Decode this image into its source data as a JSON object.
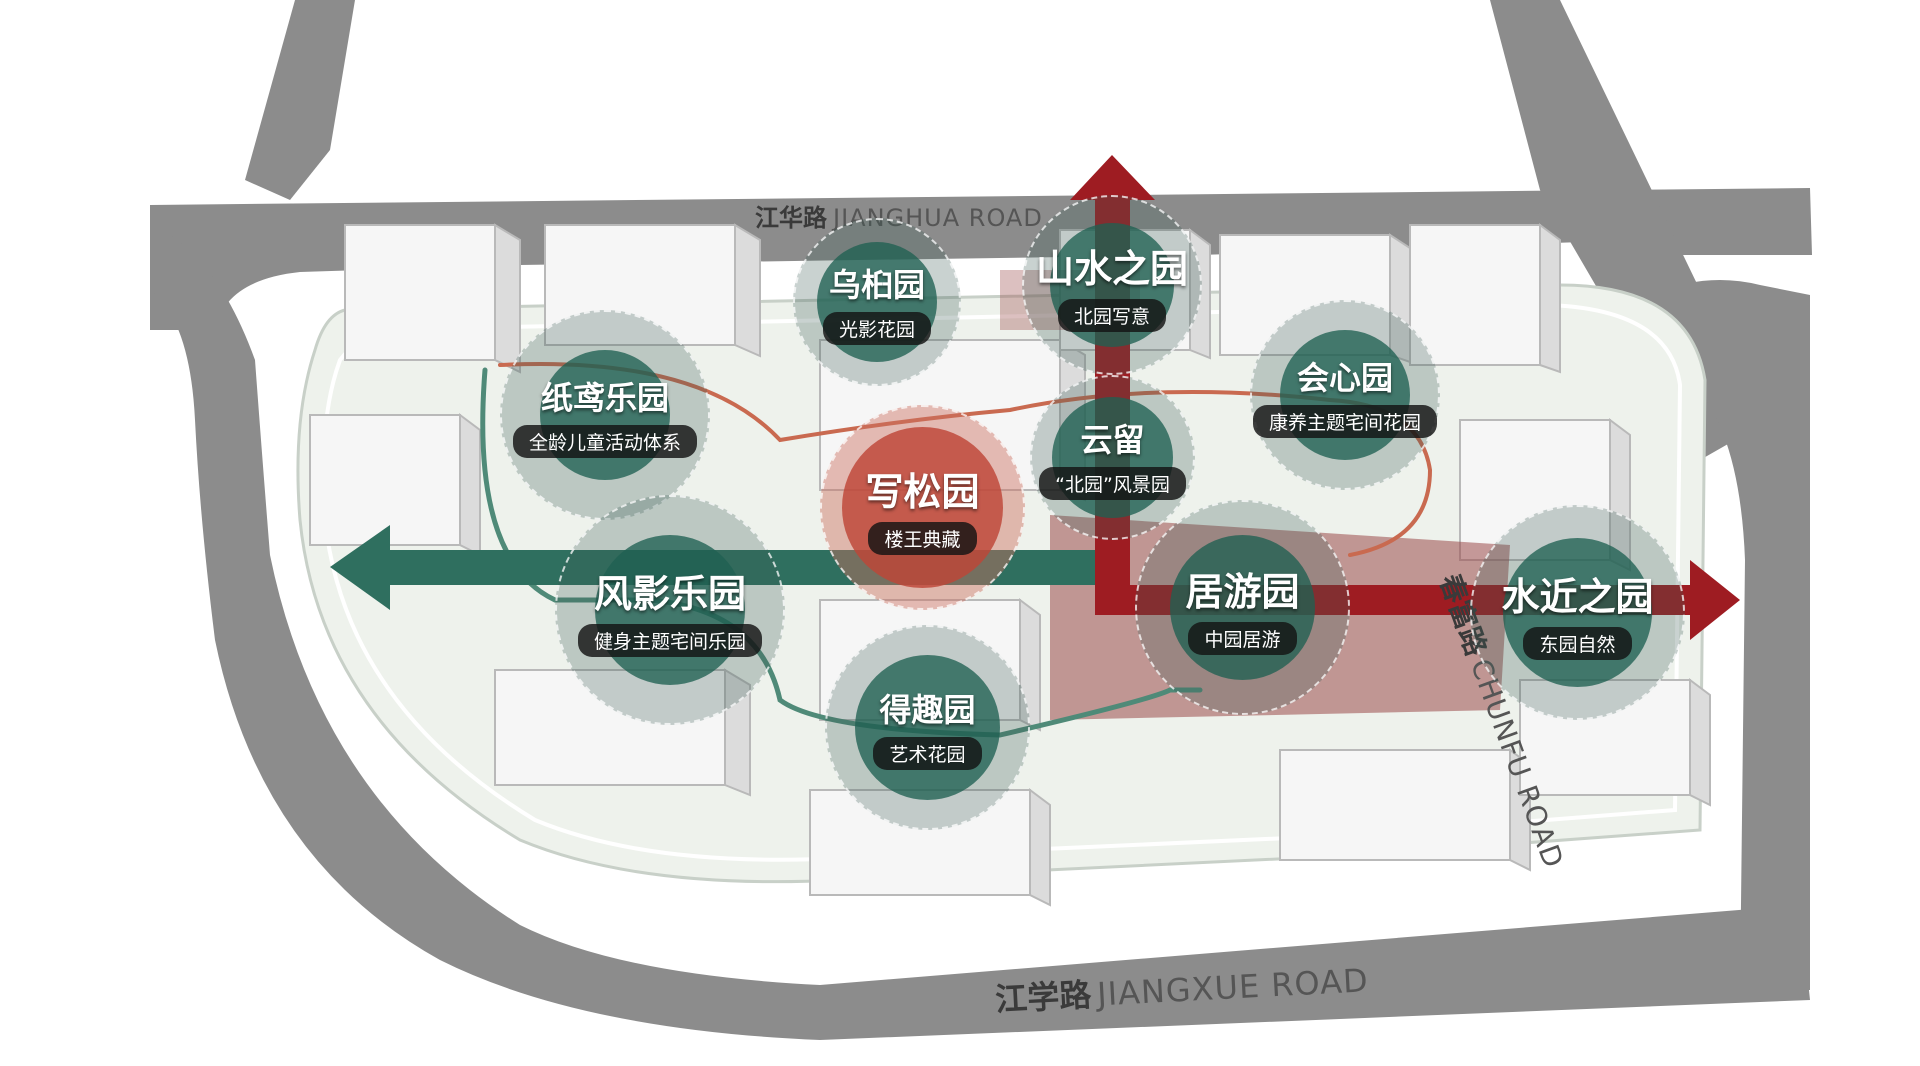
{
  "roads": {
    "north": {
      "cn": "江华路",
      "en": "JIANGHUA ROAD"
    },
    "south": {
      "cn": "江学路",
      "en": "JIANGXUE ROAD"
    },
    "east": {
      "cn": "春富路",
      "en": "CHUNFU ROAD"
    }
  },
  "gardens": [
    {
      "name": "乌桕园",
      "subtitle": "光影花园"
    },
    {
      "name": "山水之园",
      "subtitle": "北园写意"
    },
    {
      "name": "纸鸢乐园",
      "subtitle": "全龄儿童活动体系"
    },
    {
      "name": "会心园",
      "subtitle": "康养主题宅间花园"
    },
    {
      "name": "云留",
      "subtitle": "“北园”风景园"
    },
    {
      "name": "写松园",
      "subtitle": "楼王典藏"
    },
    {
      "name": "风影乐园",
      "subtitle": "健身主题宅间乐园"
    },
    {
      "name": "居游园",
      "subtitle": "中园居游"
    },
    {
      "name": "水近之园",
      "subtitle": "东园自然"
    },
    {
      "name": "得趣园",
      "subtitle": "艺术花园"
    }
  ],
  "colors": {
    "road": "#8c8c8c",
    "ground": "#eef2ec",
    "axis_green": "#2f6f5f",
    "axis_red": "#9e1c22",
    "zone_green": "#1f6052",
    "zone_red": "#be4637",
    "highlight_red": "#9b4a4a"
  }
}
